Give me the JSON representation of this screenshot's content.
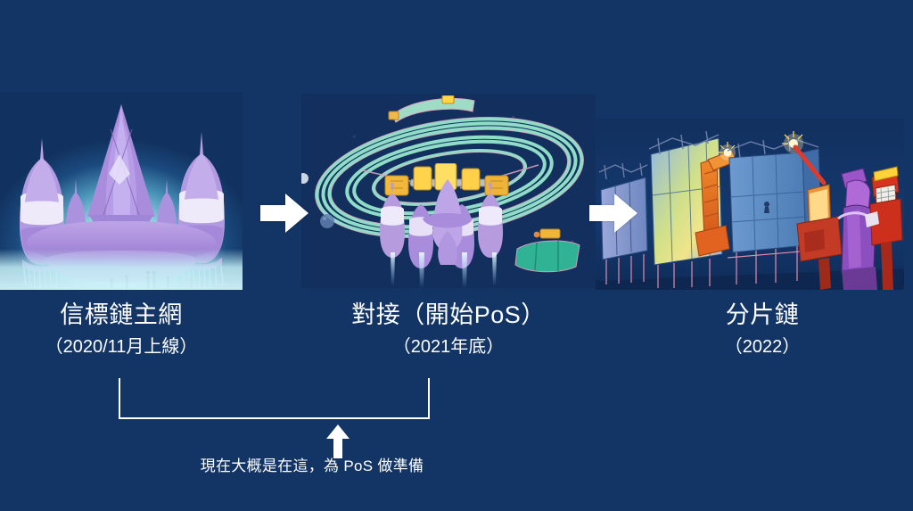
{
  "page": {
    "background_color": "#123565",
    "text_color": "#ffffff",
    "accent_color": "#8ddcc6"
  },
  "stages": [
    {
      "id": "beacon-chain",
      "title": "信標鏈主網",
      "subtitle": "（2020/11月上線）",
      "illustration_name": "beacon-chain-launchpad-illustration"
    },
    {
      "id": "the-merge",
      "title": "對接（開始PoS）",
      "subtitle": "（2021年底）",
      "illustration_name": "docking-merge-rocket-illustration"
    },
    {
      "id": "shard-chains",
      "title": "分片鏈",
      "subtitle": "（2022）",
      "illustration_name": "shard-chain-construction-illustration"
    }
  ],
  "connectors": [
    {
      "name": "arrow-stage1-to-stage2",
      "glyph": "➜"
    },
    {
      "name": "arrow-stage2-to-stage3",
      "glyph": "➜"
    }
  ],
  "annotation": {
    "bracket_name": "current-progress-bracket",
    "pointer_name": "current-progress-up-arrow",
    "note": "現在大概是在這，為 PoS 做準備"
  }
}
